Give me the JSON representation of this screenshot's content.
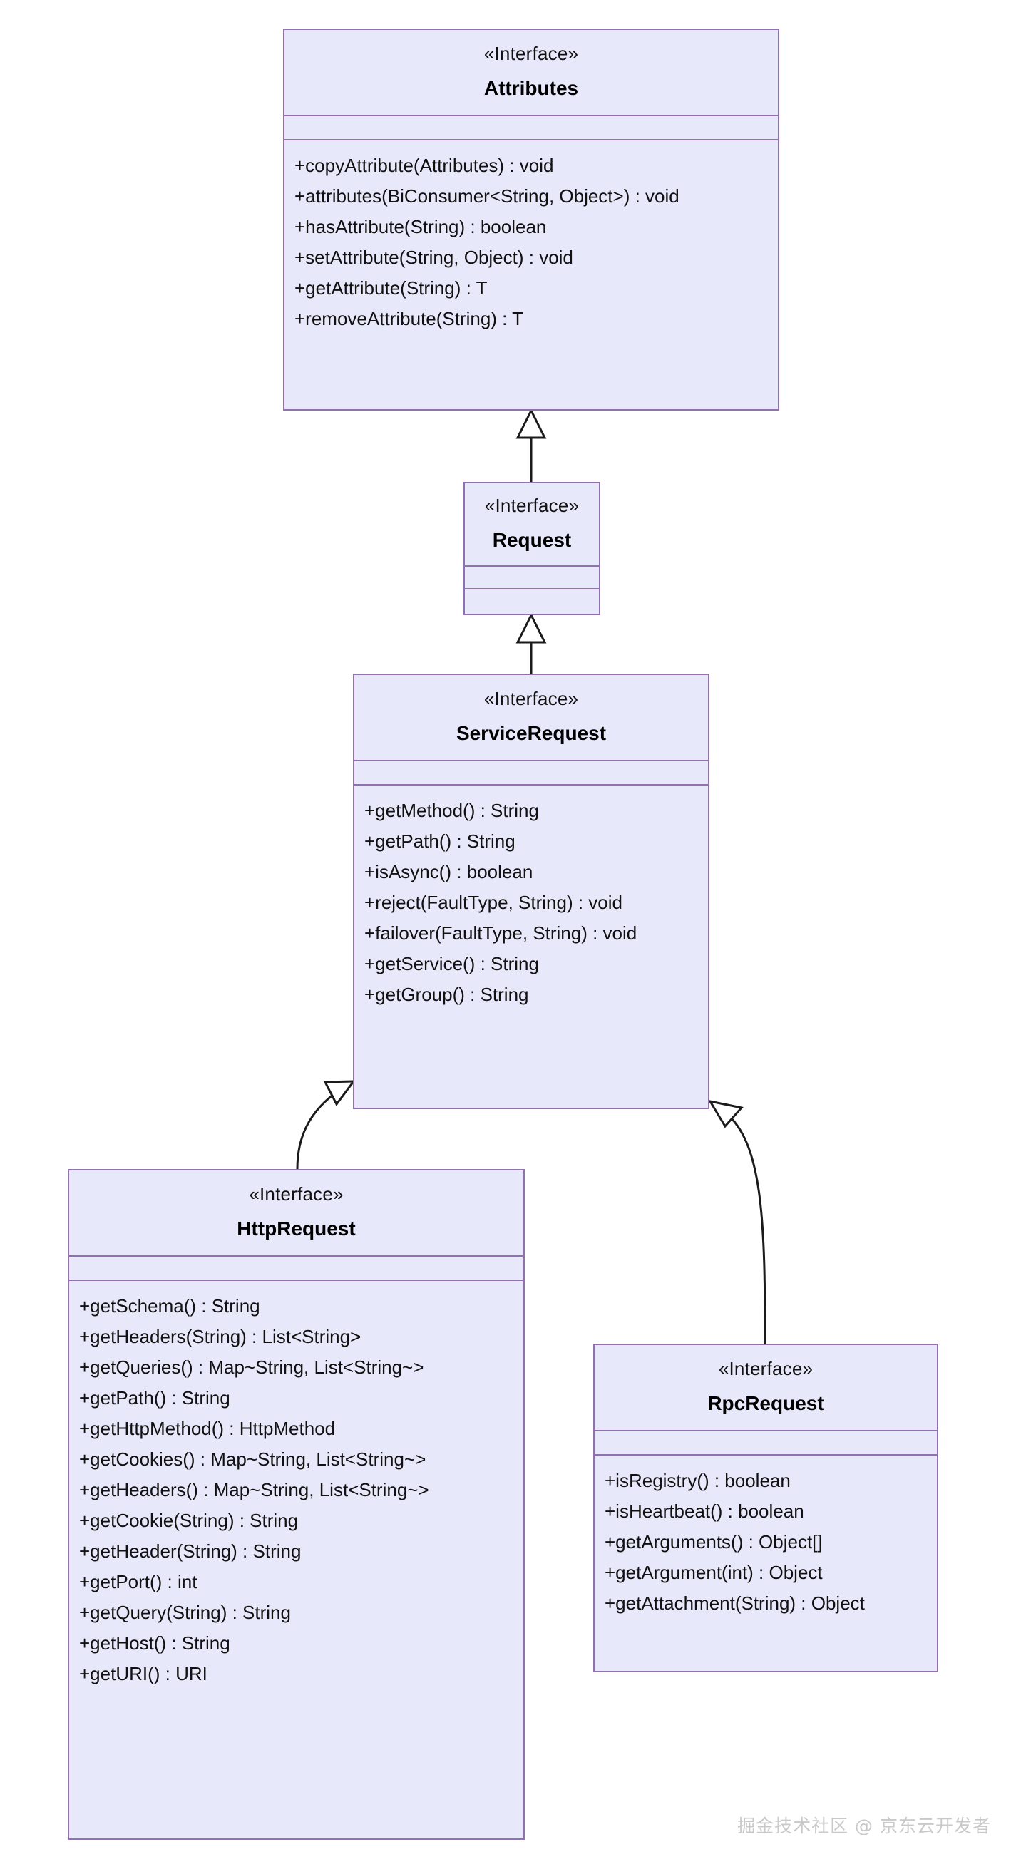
{
  "diagram": {
    "type": "uml-class-diagram",
    "background_color": "#ffffff",
    "box_fill_color": "#e8e8fb",
    "box_border_color": "#9370b0",
    "connector_color": "#1b1b1b",
    "watermark": "掘金技术社区 @ 京东云开发者"
  },
  "classes": {
    "attributes": {
      "stereotype": "«Interface»",
      "name": "Attributes",
      "methods": [
        "+copyAttribute(Attributes) : void",
        "+attributes(BiConsumer<String, Object>) : void",
        "+hasAttribute(String) : boolean",
        "+setAttribute(String, Object) : void",
        "+getAttribute(String) : T",
        "+removeAttribute(String) : T"
      ]
    },
    "request": {
      "stereotype": "«Interface»",
      "name": "Request",
      "methods": []
    },
    "service_request": {
      "stereotype": "«Interface»",
      "name": "ServiceRequest",
      "methods": [
        "+getMethod() : String",
        "+getPath() : String",
        "+isAsync() : boolean",
        "+reject(FaultType, String) : void",
        "+failover(FaultType, String) : void",
        "+getService() : String",
        "+getGroup() : String"
      ]
    },
    "http_request": {
      "stereotype": "«Interface»",
      "name": "HttpRequest",
      "methods": [
        "+getSchema() : String",
        "+getHeaders(String) : List<String>",
        "+getQueries() : Map~String, List<String~>",
        "+getPath() : String",
        "+getHttpMethod() : HttpMethod",
        "+getCookies() : Map~String, List<String~>",
        "+getHeaders() : Map~String, List<String~>",
        "+getCookie(String) : String",
        "+getHeader(String) : String",
        "+getPort() : int",
        "+getQuery(String) : String",
        "+getHost() : String",
        "+getURI() : URI"
      ]
    },
    "rpc_request": {
      "stereotype": "«Interface»",
      "name": "RpcRequest",
      "methods": [
        "+isRegistry() : boolean",
        "+isHeartbeat() : boolean",
        "+getArguments() : Object[]",
        "+getArgument(int) : Object",
        "+getAttachment(String) : Object"
      ]
    }
  },
  "relationships": [
    {
      "kind": "generalization",
      "from": "Request",
      "to": "Attributes"
    },
    {
      "kind": "generalization",
      "from": "ServiceRequest",
      "to": "Request"
    },
    {
      "kind": "generalization",
      "from": "HttpRequest",
      "to": "ServiceRequest"
    },
    {
      "kind": "generalization",
      "from": "RpcRequest",
      "to": "ServiceRequest"
    }
  ]
}
